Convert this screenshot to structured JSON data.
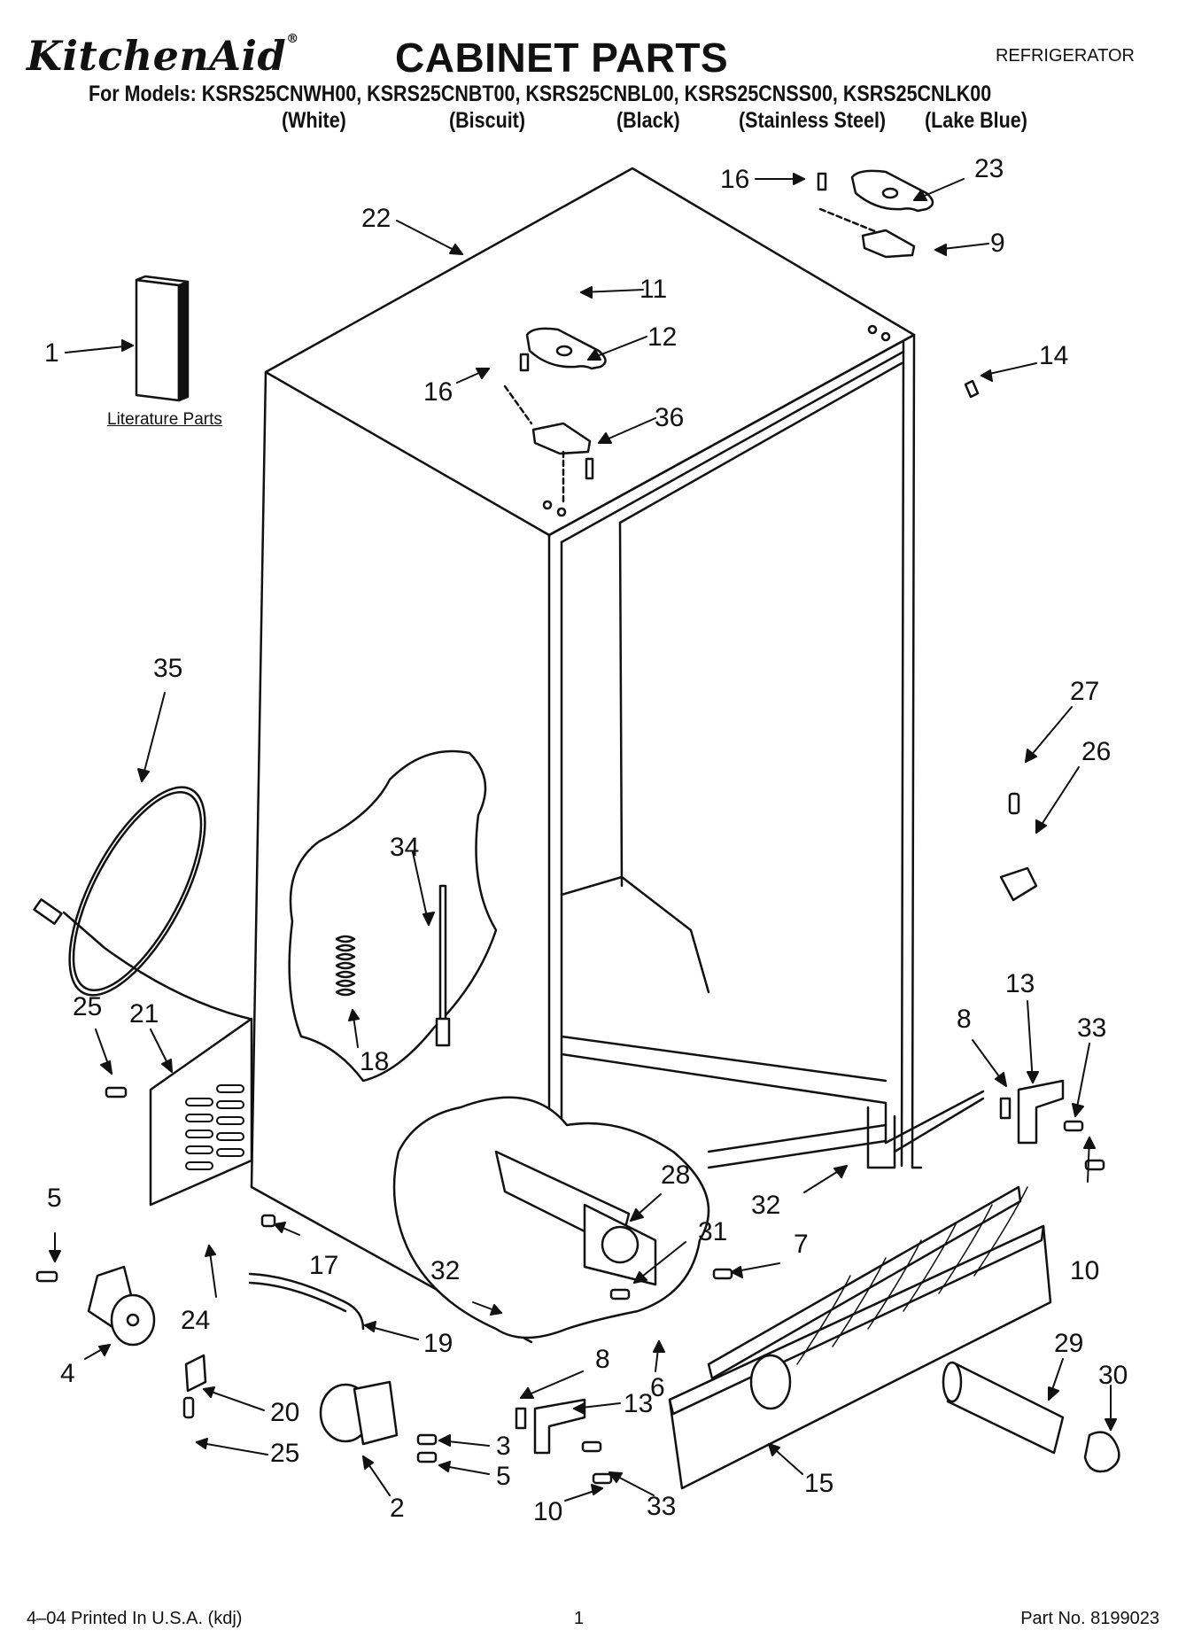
{
  "header": {
    "brand": "KitchenAid",
    "title": "CABINET PARTS",
    "category": "REFRIGERATOR",
    "models_line": "For Models: KSRS25CNWH00, KSRS25CNBT00, KSRS25CNBL00, KSRS25CNSS00, KSRS25CNLK00",
    "variants": [
      "(White)",
      "(Biscuit)",
      "(Black)",
      "(Stainless Steel)",
      "(Lake Blue)"
    ]
  },
  "literature_label": "Literature Parts",
  "callouts": [
    "22",
    "1",
    "16",
    "23",
    "9",
    "11",
    "12",
    "16",
    "36",
    "14",
    "35",
    "27",
    "26",
    "34",
    "18",
    "25",
    "21",
    "13",
    "8",
    "33",
    "28",
    "32",
    "5",
    "17",
    "31",
    "7",
    "10",
    "24",
    "19",
    "32",
    "4",
    "8",
    "6",
    "29",
    "30",
    "20",
    "13",
    "3",
    "25",
    "5",
    "2",
    "10",
    "33",
    "15"
  ],
  "footer": {
    "printed": "4–04 Printed In U.S.A. (kdj)",
    "page": "1",
    "part_no": "Part No. 8199023"
  }
}
